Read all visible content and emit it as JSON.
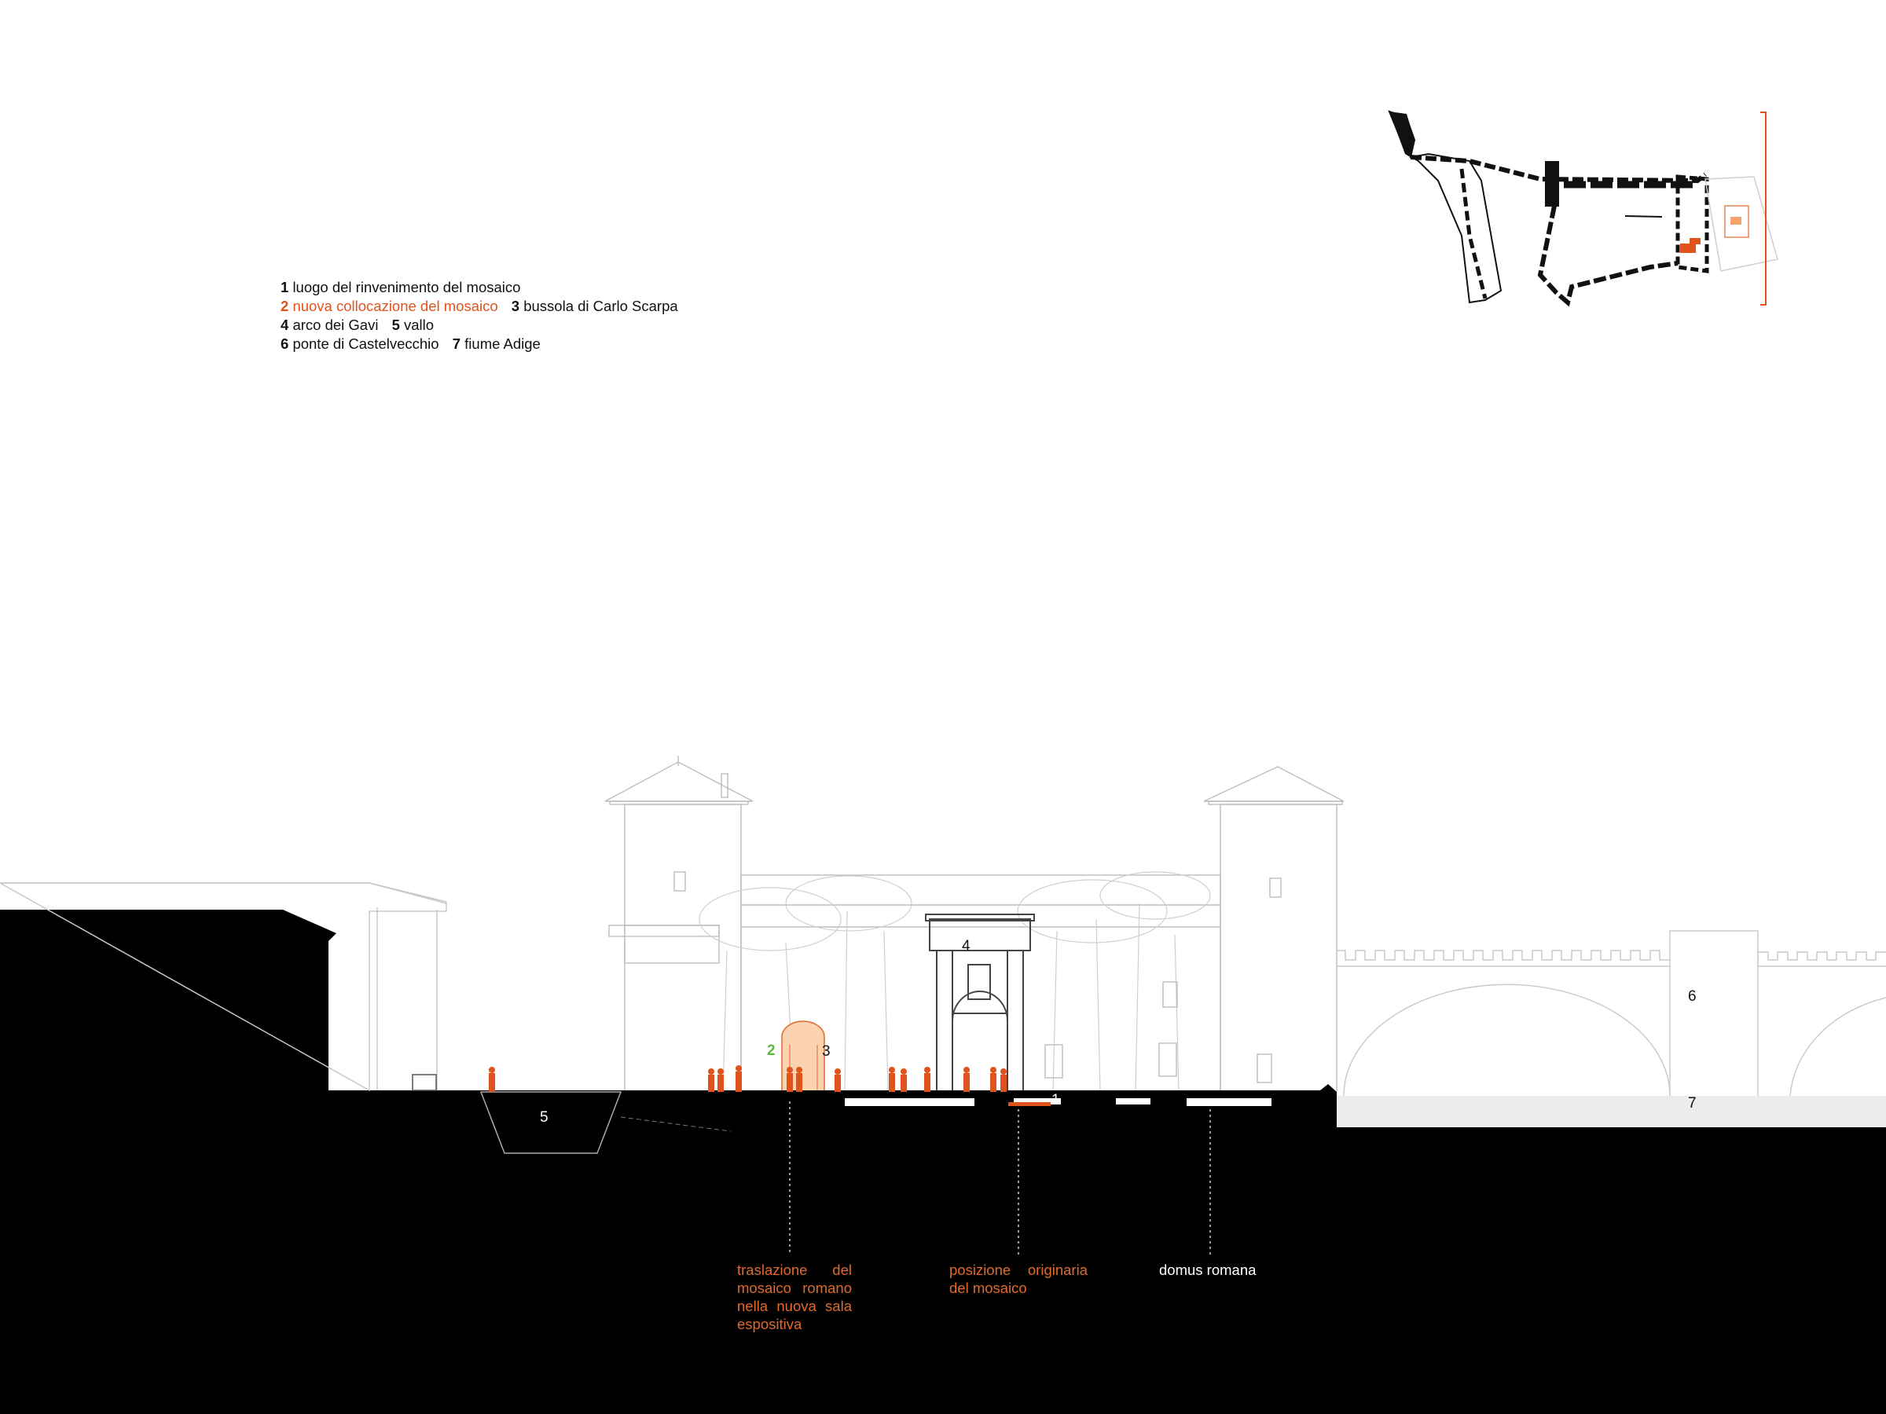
{
  "legend": {
    "items": [
      {
        "num": "1",
        "text": "luogo del rinvenimento del mosaico",
        "highlight": false
      },
      {
        "num": "2",
        "text": "nuova collocazione del mosaico",
        "highlight": true
      },
      {
        "num": "3",
        "text": "bussola di Carlo Scarpa",
        "highlight": false
      },
      {
        "num": "4",
        "text": "arco dei Gavi",
        "highlight": false
      },
      {
        "num": "5",
        "text": "vallo",
        "highlight": false
      },
      {
        "num": "6",
        "text": "ponte di Castelvecchio",
        "highlight": false
      },
      {
        "num": "7",
        "text": "fiume Adige",
        "highlight": false
      }
    ]
  },
  "markers": {
    "m1": "1",
    "m2": "2",
    "m3": "3",
    "m4": "4",
    "m5": "5",
    "m6": "6",
    "m7": "7"
  },
  "annotations": {
    "translation": "traslazione del mosaico romano nella nuova sala espositiva",
    "original_position": "posizione originaria del mosaico",
    "domus": "domus romana"
  },
  "colors": {
    "accent": "#e0531c",
    "ground": "#000000",
    "line": "#bdbdbd",
    "marker_green": "#5bbf3a"
  }
}
